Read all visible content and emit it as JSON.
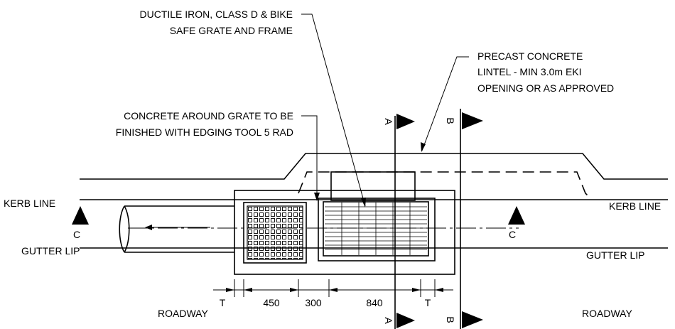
{
  "notes": {
    "grate": [
      "DUCTILE IRON, CLASS D & BIKE",
      "SAFE GRATE AND FRAME"
    ],
    "lintel": [
      "PRECAST CONCRETE",
      "LINTEL - MIN 3.0m EKI",
      "OPENING OR AS APPROVED"
    ],
    "edging": [
      "CONCRETE AROUND GRATE TO BE",
      "FINISHED WITH EDGING TOOL 5 RAD"
    ]
  },
  "lines": {
    "kerb_left": "KERB LINE",
    "kerb_right": "KERB LINE",
    "gutter_left": "GUTTER LIP",
    "gutter_right": "GUTTER LIP"
  },
  "sections": {
    "a": "A",
    "b": "B",
    "c": "C"
  },
  "dimensions": {
    "t1": "T",
    "d450": "450",
    "d300": "300",
    "d840": "840",
    "t2": "T"
  },
  "roadway": {
    "left": "ROADWAY",
    "right": "ROADWAY"
  }
}
